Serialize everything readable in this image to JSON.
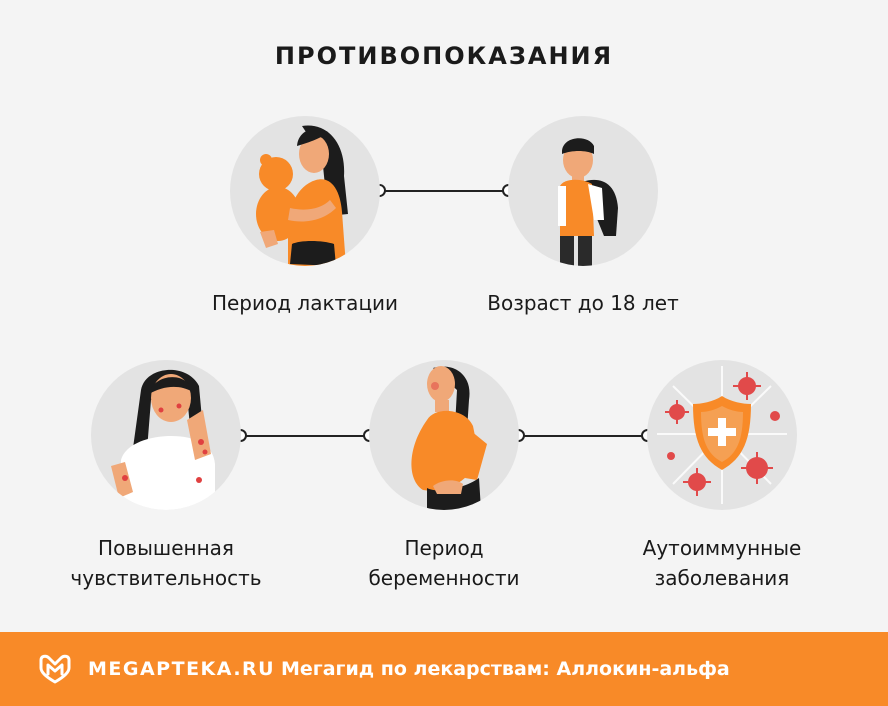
{
  "title": "ПРОТИВОПОКАЗАНИЯ",
  "items": [
    {
      "label": "Период лактации",
      "icon": "breastfeeding-mother-icon"
    },
    {
      "label": "Возраст до 18 лет",
      "icon": "schoolboy-icon"
    },
    {
      "label_lines": [
        "Повышенная",
        "чувствительность"
      ],
      "icon": "allergic-rash-woman-icon"
    },
    {
      "label_lines": [
        "Период",
        "беременности"
      ],
      "icon": "pregnant-woman-icon"
    },
    {
      "label_lines": [
        "Аутоиммунные",
        "заболевания"
      ],
      "icon": "shield-virus-icon"
    }
  ],
  "footer": {
    "brand": "MEGAPTEKA.RU",
    "tagline": "Мегагид по лекарствам: Аллокин-альфа",
    "logo_icon": "m-heart-logo-icon"
  },
  "colors": {
    "accent": "#f88a28",
    "background": "#f4f4f4",
    "circle": "#e3e3e3",
    "text": "#1a1a1a"
  }
}
